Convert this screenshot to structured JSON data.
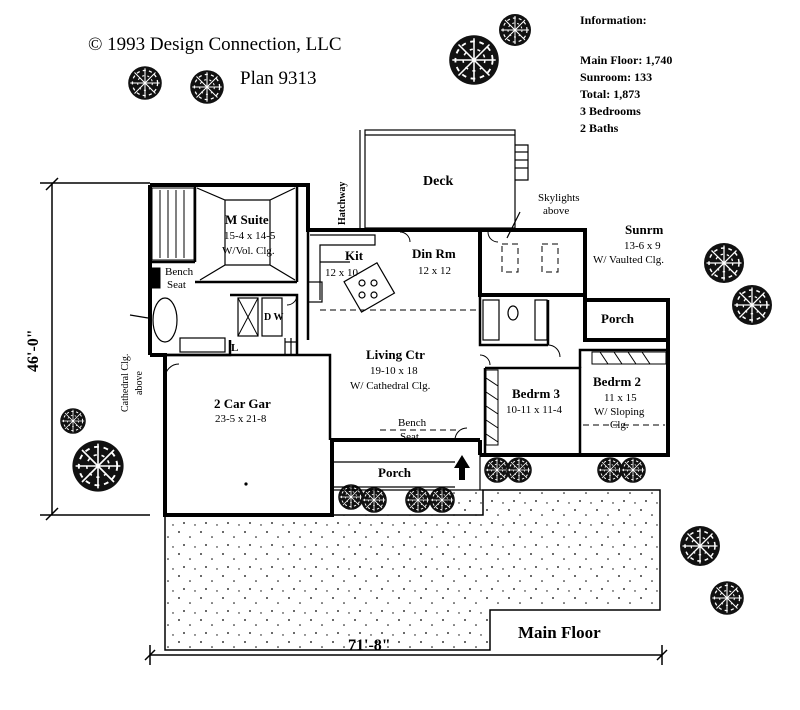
{
  "header": {
    "copyright": "©  1993 Design Connection, LLC",
    "plan": "Plan 9313"
  },
  "info": {
    "title": "Information:",
    "lines": [
      "Main Floor: 1,740",
      "Sunroom: 133",
      "Total: 1,873",
      "3 Bedrooms",
      "2 Baths"
    ]
  },
  "rooms": {
    "deck": "Deck",
    "hatchway": "Hatchway",
    "skylights": [
      "Skylights",
      "above"
    ],
    "msuite": [
      "M Suite",
      "15-4 x 14-5",
      "W/Vol. Clg."
    ],
    "kit": [
      "Kit",
      "12 x 10"
    ],
    "din": [
      "Din Rm",
      "12 x 12"
    ],
    "sunrm": [
      "Sunrm",
      "13-6 x 9",
      "W/ Vaulted Clg."
    ],
    "bench_top": [
      "Bench",
      "Seat"
    ],
    "porch_right": "Porch",
    "living": [
      "Living Ctr",
      "19-10 x 18",
      "W/ Cathedral Clg."
    ],
    "cathedral": [
      "Cathedral Clg.",
      "above"
    ],
    "garage": [
      "2 Car Gar",
      "23-5 x 21-8"
    ],
    "bed3": [
      "Bedrm 3",
      "10-11 x 11-4"
    ],
    "bed2": [
      "Bedrm 2",
      "11 x 15",
      "W/ Sloping",
      "Clg."
    ],
    "bench_front": [
      "Bench",
      "Seat"
    ],
    "porch_front": "Porch",
    "code_l": "L",
    "code_dw": "D W"
  },
  "dimensions": {
    "depth": "46'-0\"",
    "width": "71'-8\""
  },
  "footer": {
    "floor": "Main Floor"
  }
}
